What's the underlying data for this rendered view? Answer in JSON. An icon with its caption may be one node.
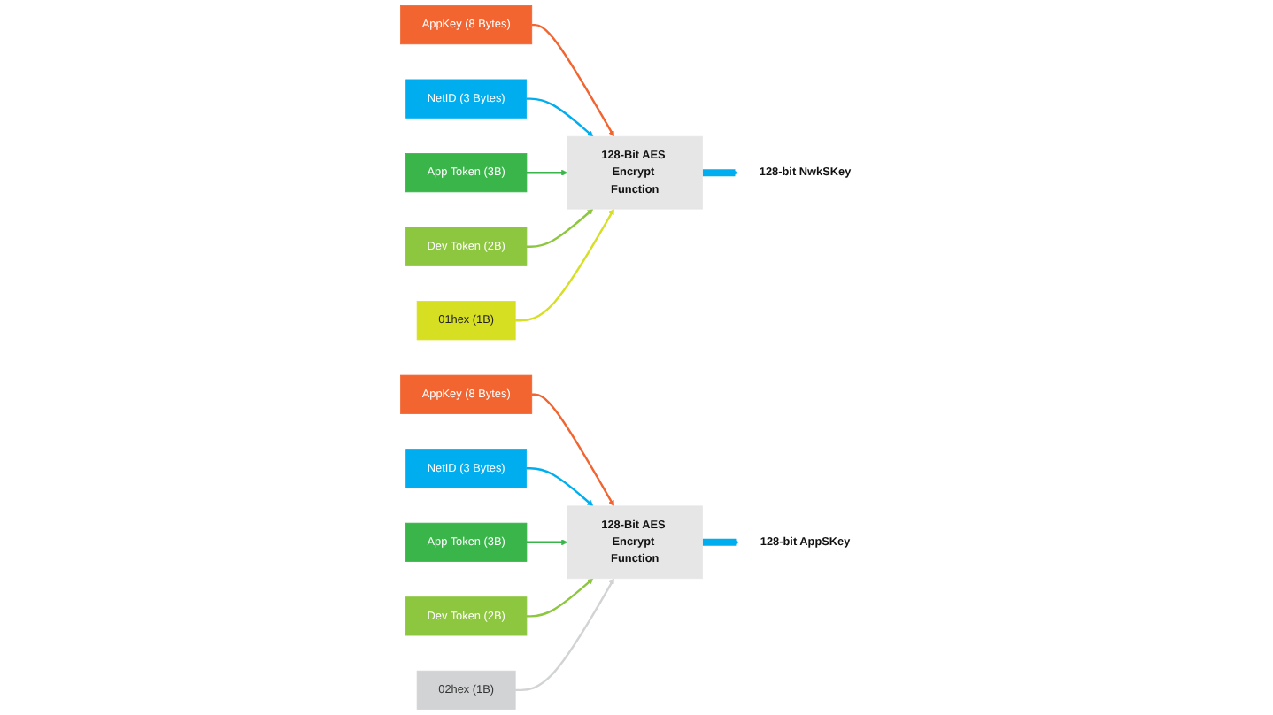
{
  "diagram": {
    "nodes": [
      {
        "text": [
          "AppKey (8 Bytes)"
        ]
      },
      {
        "text": [
          "NetID (3 Bytes)"
        ]
      },
      {
        "text": [
          "App Token (3B)"
        ]
      },
      {
        "text": [
          "Dev Token (2B)"
        ]
      },
      {
        "text": [
          "01hex (1B)"
        ]
      },
      {
        "text": [
          "128-Bit AES Encrypt Function"
        ]
      },
      {
        "text": [
          "128-bit NwkSKey"
        ]
      },
      {
        "text": [
          "AppKey (8 Bytes)"
        ]
      },
      {
        "text": [
          "NetID (3 Bytes)"
        ]
      },
      {
        "text": [
          "App Token (3B)"
        ]
      },
      {
        "text": [
          "Dev Token (2B)"
        ]
      },
      {
        "text": [
          "02hex (1B)"
        ]
      },
      {
        "text": [
          "128-Bit AES Encrypt Function"
        ]
      },
      {
        "text": [
          "128-bit AppSKey"
        ]
      }
    ],
    "edges": [
      {
        "from": 0,
        "to": 5,
        "arrow": "to",
        "color": "#f26531"
      },
      {
        "from": 1,
        "to": 5,
        "arrow": "to",
        "color": "#00aeef"
      },
      {
        "from": 2,
        "to": 5,
        "arrow": "to",
        "color": "#39b54a"
      },
      {
        "from": 3,
        "to": 5,
        "arrow": "to",
        "color": "#8dc63f"
      },
      {
        "from": 4,
        "to": 5,
        "arrow": "to",
        "color": "#d7df23"
      },
      {
        "from": 5,
        "to": 6,
        "arrow": "to",
        "style": "thick",
        "color": "#00aeef"
      },
      {
        "from": 7,
        "to": 12,
        "arrow": "to",
        "color": "#f26531"
      },
      {
        "from": 8,
        "to": 12,
        "arrow": "to",
        "color": "#00aeef"
      },
      {
        "from": 9,
        "to": 12,
        "arrow": "to",
        "color": "#39b54a"
      },
      {
        "from": 10,
        "to": 12,
        "arrow": "to",
        "color": "#8dc63f"
      },
      {
        "from": 11,
        "to": 12,
        "arrow": "to",
        "color": "#d1d3d4"
      },
      {
        "from": 12,
        "to": 13,
        "arrow": "to",
        "style": "thick",
        "color": "#00aeef"
      }
    ]
  }
}
